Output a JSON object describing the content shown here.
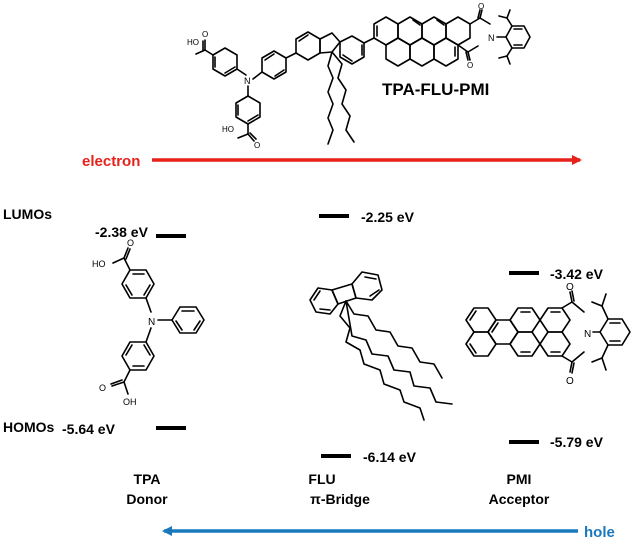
{
  "title": "TPA-FLU-PMI",
  "arrows": {
    "electron": {
      "label": "electron",
      "color": "#e8211a"
    },
    "hole": {
      "label": "hole",
      "color": "#1a78bd"
    }
  },
  "axis_labels": {
    "lumo": "LUMOs",
    "homo": "HOMOs"
  },
  "units": {
    "TPA": {
      "name": "TPA",
      "role": "Donor",
      "lumo": "-2.38 eV",
      "homo": "-5.64 eV"
    },
    "FLU": {
      "name": "FLU",
      "role": "π-Bridge",
      "lumo": "-2.25 eV",
      "homo": "-6.14 eV"
    },
    "PMI": {
      "name": "PMI",
      "role": "Acceptor",
      "lumo": "-3.42 eV",
      "homo": "-5.79 eV"
    }
  },
  "atoms": {
    "top": {
      "ho1": "HO",
      "o1": "O",
      "ho2": "HO",
      "o2": "O",
      "n": "N",
      "oi1": "O",
      "oi2": "O",
      "ni": "N"
    },
    "tpa": {
      "ho1": "HO",
      "o1": "O",
      "o2": "O",
      "oh2": "OH",
      "n": "N"
    },
    "pmi": {
      "o1": "O",
      "o2": "O",
      "n": "N"
    }
  }
}
